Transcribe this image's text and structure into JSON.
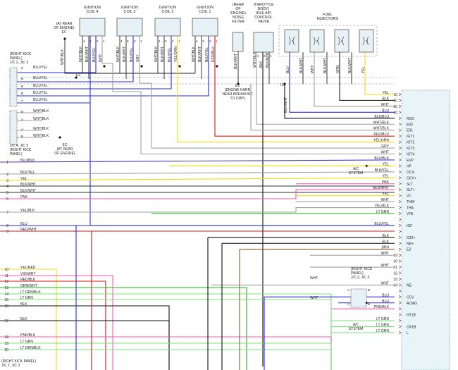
{
  "header": {
    "coil4": [
      "IGNITION",
      "COIL 4"
    ],
    "coil3": [
      "IGNITION",
      "COIL 3"
    ],
    "coil2": [
      "IGNITION",
      "COIL 2"
    ],
    "coil1": [
      "IGNITION",
      "COIL 1"
    ],
    "noise_filter": [
      "(REAR",
      "OF",
      "ENGINE)",
      "NOISE",
      "FILTER"
    ],
    "iac_valve": [
      "(THROTTLE",
      "BODY)",
      "IDLE AIR",
      "CONTROL",
      "VALVE"
    ],
    "injectors": [
      "FUEL",
      "INJECTORS"
    ]
  },
  "annotations": {
    "rear_engine": [
      "(AT REAR",
      "OF ENGINE)",
      "EC"
    ],
    "kick_panel_top": [
      "(RIGHT KICK",
      "PANEL)",
      "J/C 2, J/C 3"
    ],
    "e2": "E2",
    "e3": [
      "E3",
      "(ENGINE HARN",
      "NEAR BREAKOUT",
      "TO CMP)"
    ],
    "i10": "I10",
    "jc45": [
      "J/C 4, J/C 5",
      "(RIGHT KICK",
      "PANEL)"
    ],
    "ec_rear": [
      "EC",
      "(AT REAR",
      "OF ENGINE)"
    ],
    "ac_system_1": [
      "A/C",
      "SYSTEM"
    ],
    "ac_system_2": [
      "A/C",
      "SYSTEM"
    ],
    "kick_panel_mid": [
      "(RIGHT KICK",
      "PANEL)",
      "J/C 2, J/C 3"
    ],
    "kick_panel_bottom": [
      "(RIGHT KICK PANEL)",
      "J/C 2, J/C 3"
    ]
  },
  "coil_pins": {
    "coil4": [
      "WHT/BLK",
      "BLK/WHT",
      "BLU/YEL",
      "WHT"
    ],
    "coil3": [
      "WHT/BLK",
      "BLK/WHT",
      "BLU/YEL",
      "GRY"
    ],
    "coil2": [
      "WHT/BLK",
      "BLK/WHT",
      "BLU/YEL",
      "YEL/GRN"
    ],
    "coil1": [
      "WHT/BLK",
      "BLK/WHT",
      "BLU/YEL",
      "RED/BLU"
    ],
    "pin_numbers": [
      "4",
      "3",
      "2",
      "1"
    ],
    "noise_filter": "BLK/WHT",
    "iac": [
      "WHT/BLK",
      "BLK",
      "BLK/WHT"
    ],
    "iac_pins": [
      "3",
      "2",
      "1"
    ],
    "injectors": [
      "BLU",
      "BLK/WHT",
      "WHT",
      "BLK/WHT",
      "GRN",
      "BLK/WHT",
      "YEL"
    ],
    "injector_pins": [
      "4",
      "3",
      "2",
      "1"
    ],
    "ec_drop": "WHT/BLK",
    "i10_drop": "BLK/WHT"
  },
  "left_wires": [
    {
      "num": "1",
      "label": "BLU/BLK"
    },
    {
      "num": "2",
      "label": "BLK/YEL"
    },
    {
      "num": "3",
      "label": "YEL"
    },
    {
      "num": "4",
      "label": "BLK/WHT"
    },
    {
      "num": "5",
      "label": "BLK/WHT"
    },
    {
      "num": "6",
      "label": "PNK"
    },
    {
      "num": "7",
      "label": "YEL/BLK"
    },
    {
      "num": "8",
      "label": "BLU"
    },
    {
      "num": "9",
      "label": "RED/WHT"
    },
    {
      "num": "10",
      "label": "YEL/RED"
    },
    {
      "num": "11",
      "label": "VIO/WHT"
    },
    {
      "num": "12",
      "label": "RED/BLK"
    },
    {
      "num": "13",
      "label": "GRN/WHT"
    },
    {
      "num": "14",
      "label": "LT GRN/BLK"
    },
    {
      "num": "15",
      "label": "LT GRN"
    },
    {
      "num": "16",
      "label": "BLK"
    },
    {
      "num": "17",
      "label": "BLK"
    },
    {
      "num": "18",
      "label": "PNK/BLK"
    },
    {
      "num": "19",
      "label": "LT GRN"
    },
    {
      "num": "20",
      "label": "LT GRN/BLK"
    }
  ],
  "splice_top": {
    "pins": [
      "Z",
      "B",
      "B",
      "B",
      "A"
    ],
    "wires": [
      "BLU/YEL",
      "BLU/YEL",
      "BLU/YEL",
      "BLU/YEL",
      "BLU/YEL"
    ]
  },
  "splice_mid": {
    "pins": [
      "B",
      "A",
      "A",
      "B"
    ],
    "wires": [
      "WHT/BLK",
      "WHT/BLK",
      "WHT/BLK",
      "WHT/BLK"
    ]
  },
  "ecm_pins": [
    {
      "num": "10",
      "name": "",
      "wire": "YEL"
    },
    {
      "num": "20",
      "name": "",
      "wire": "BLK"
    },
    {
      "num": "30",
      "name": "",
      "wire": "WHT"
    },
    {
      "num": "40",
      "name": "",
      "wire": "BLU"
    },
    {
      "num": "",
      "name": "RSO",
      "wire": "BLK/BLU"
    },
    {
      "num": "",
      "name": "E02",
      "wire": "WHT/BLK"
    },
    {
      "num": "",
      "name": "E01",
      "wire": "WHT/BLK"
    },
    {
      "num": "",
      "name": "IGT1",
      "wire": "RED/BLU"
    },
    {
      "num": "",
      "name": "IGT2",
      "wire": "YEL/GRN"
    },
    {
      "num": "",
      "name": "IGT3",
      "wire": "GRY"
    },
    {
      "num": "",
      "name": "IGT4",
      "wire": "WHT"
    },
    {
      "num": "",
      "name": "EVP",
      "wire": "BLU/BLK"
    },
    {
      "num": "",
      "name": "HP",
      "wire": "YEL"
    },
    {
      "num": "",
      "name": "OCV-",
      "wire": "BLK/YEL"
    },
    {
      "num": "",
      "name": "OCV+",
      "wire": "YEL"
    },
    {
      "num": "",
      "name": "SLT",
      "wire": "PNK"
    },
    {
      "num": "",
      "name": "SLT+",
      "wire": "RED/WHT"
    },
    {
      "num": "",
      "name": "VC",
      "wire": "YEL"
    },
    {
      "num": "",
      "name": "THW",
      "wire": "WHT"
    },
    {
      "num": "",
      "name": "THA",
      "wire": "YEL/BLK"
    },
    {
      "num": "",
      "name": "VTA",
      "wire": "LT GRN"
    },
    {
      "num": "",
      "name": "",
      "wire": ""
    },
    {
      "num": "",
      "name": "IGF",
      "wire": "BLU/YEL"
    },
    {
      "num": "",
      "name": "",
      "wire": ""
    },
    {
      "num": "",
      "name": "G22+",
      "wire": "BLK"
    },
    {
      "num": "",
      "name": "NE+",
      "wire": "BLK"
    },
    {
      "num": "",
      "name": "E2",
      "wire": "BRN"
    },
    {
      "num": "29",
      "name": "",
      "wire": "WHT"
    },
    {
      "num": "30",
      "name": "",
      "wire": ""
    },
    {
      "num": "31",
      "name": "",
      "wire": "WHT"
    },
    {
      "num": "32",
      "name": "",
      "wire": ""
    },
    {
      "num": "33",
      "name": "",
      "wire": ""
    },
    {
      "num": "34",
      "name": "NE-",
      "wire": "WHT"
    },
    {
      "num": "",
      "name": "",
      "wire": ""
    },
    {
      "num": "",
      "name": "CCV",
      "wire": "BLU"
    },
    {
      "num": "",
      "name": "ACMG",
      "wire": "BLU"
    },
    {
      "num": "",
      "name": "",
      "wire": "PNK/BLK"
    },
    {
      "num": "",
      "name": "HT1B",
      "wire": ""
    },
    {
      "num": "",
      "name": "",
      "wire": "LT GRN"
    },
    {
      "num": "",
      "name": "OX1B",
      "wire": "LT GRN"
    },
    {
      "num": "",
      "name": "L",
      "wire": "LT GRN"
    }
  ],
  "ecm_raw_nums": [
    "10",
    "20",
    "30",
    "40",
    "",
    "",
    "",
    "",
    "",
    "",
    "",
    "",
    "",
    "",
    "",
    "",
    "",
    "",
    "",
    "",
    "",
    "",
    "",
    "",
    "",
    "",
    "",
    "29",
    "30",
    "31",
    "32",
    "33",
    "34"
  ],
  "mid_wire_labels": [
    "WHT",
    "WHT"
  ],
  "kick_mid_pins": [
    "A",
    "A",
    "B",
    "B"
  ],
  "kick_bottom_pins": [
    "E",
    "B",
    "A"
  ],
  "colors": {
    "blue": "#2a2ad8",
    "purple": "#4a3ab8",
    "red": "#d01818",
    "yellow": "#f0dc10",
    "pink": "#ff55b0",
    "green": "#18b818",
    "ltgreen": "#7ce07c",
    "black": "#111111",
    "gray": "#a0a0a0",
    "orange": "#f09040",
    "brown": "#8b5a2b",
    "ecm_fill": "#e8f4f7"
  }
}
